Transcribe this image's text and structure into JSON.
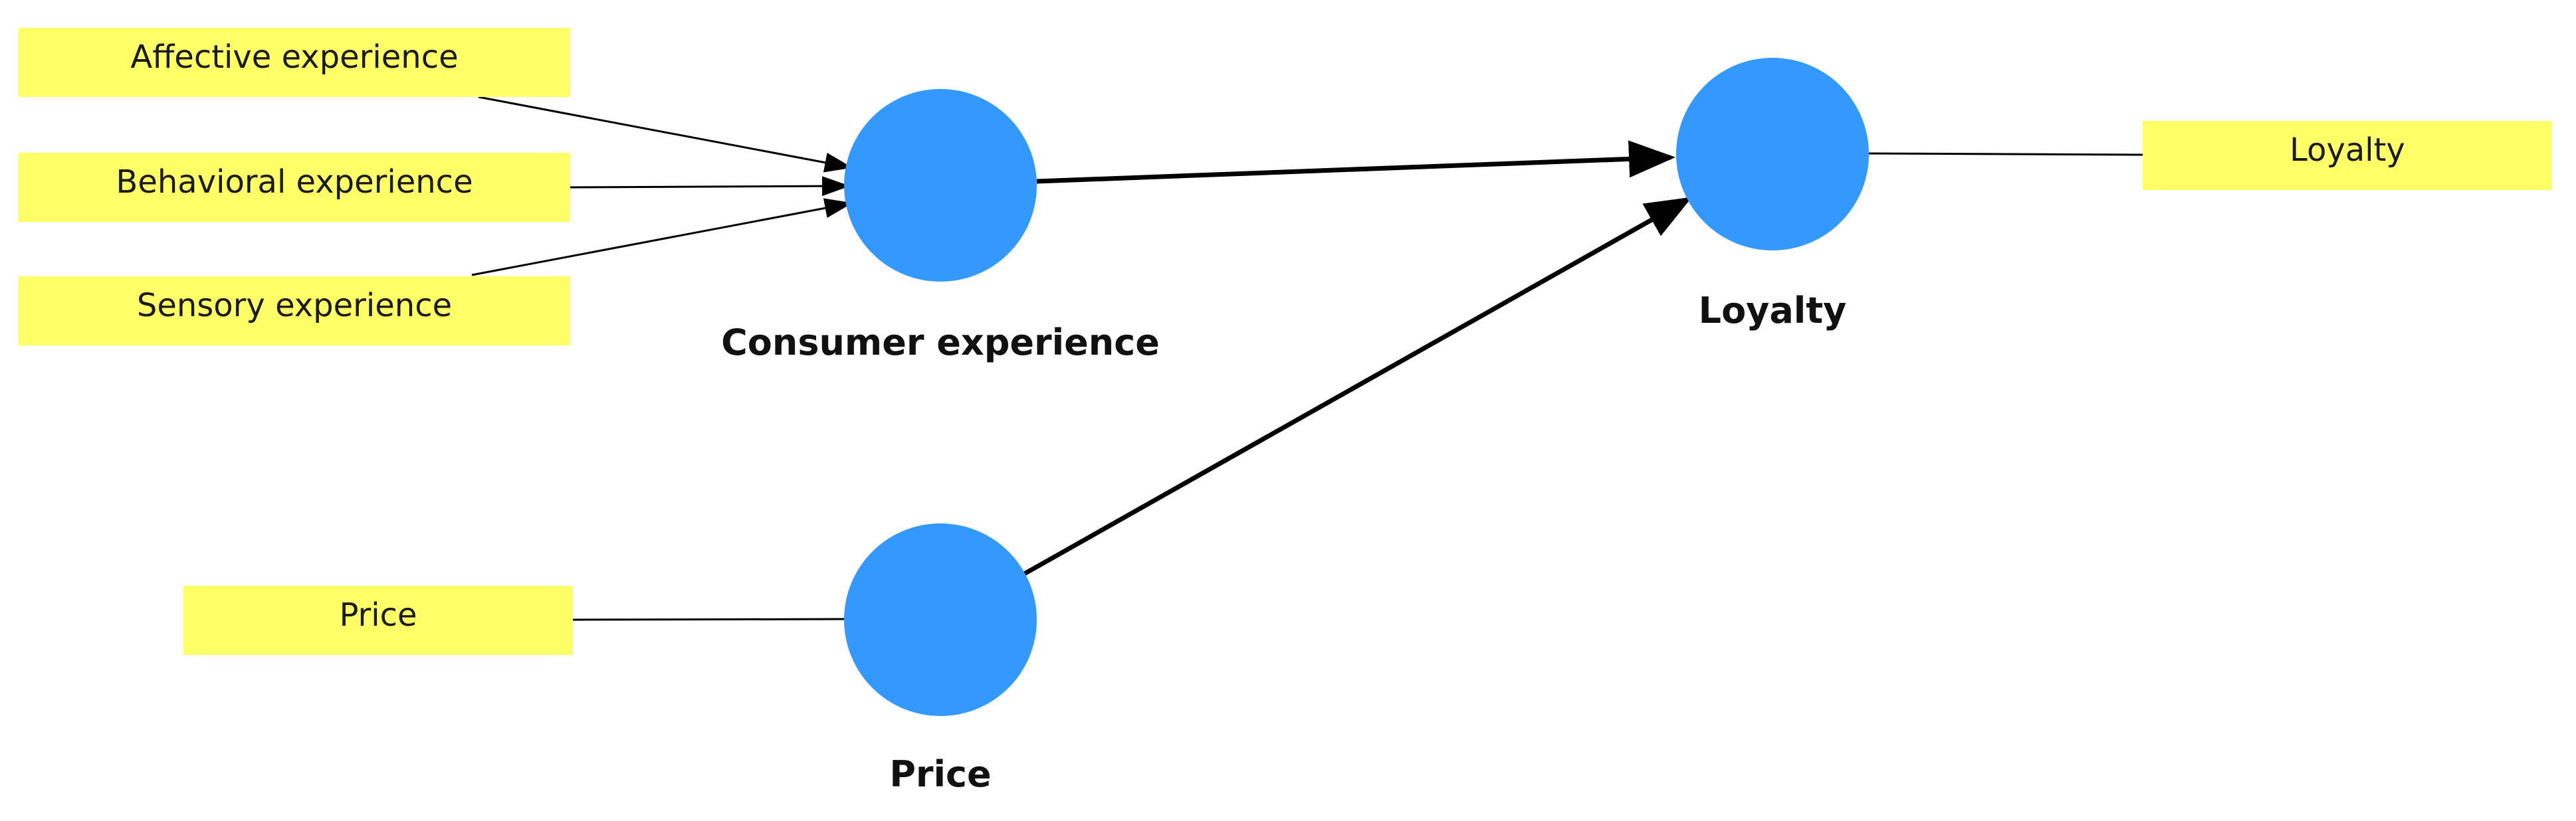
{
  "diagram": {
    "colors": {
      "indicator_fill": "#FFFF66",
      "construct_fill": "#3399FF",
      "line": "#000000",
      "background": "#FFFFFF"
    },
    "constructs": {
      "consumer_experience": "Consumer experience",
      "price": "Price",
      "loyalty": "Loyalty"
    },
    "indicators": {
      "affective_experience": "Affective experience",
      "behavioral_experience": "Behavioral experience",
      "sensory_experience": "Sensory experience",
      "price": "Price",
      "loyalty": "Loyalty"
    }
  }
}
